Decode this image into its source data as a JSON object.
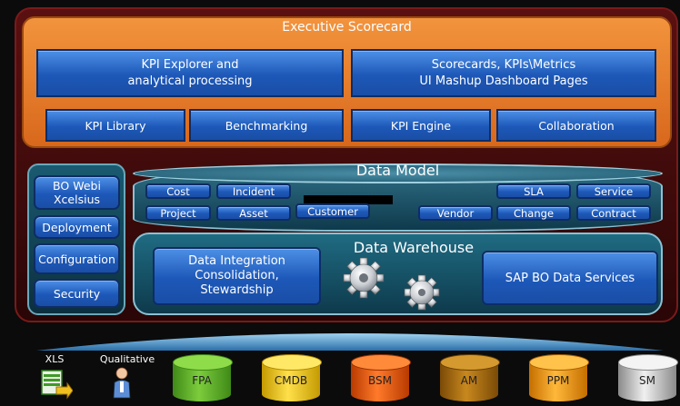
{
  "scorecard": {
    "title": "Executive Scorecard",
    "top_left": "KPI Explorer and\nanalytical processing",
    "top_right": "Scorecards, KPIs\\Metrics\nUI Mashup Dashboard Pages",
    "row2": [
      "KPI Library",
      "Benchmarking",
      "KPI Engine",
      "Collaboration"
    ]
  },
  "left_column": [
    "BO Webi\nXcelsius",
    "Deployment",
    "Configuration",
    "Security"
  ],
  "data_model": {
    "title": "Data Model",
    "chips": [
      "Cost",
      "Incident",
      "SLA",
      "Service",
      "Project",
      "Asset",
      "Customer",
      "Vendor",
      "Change",
      "Contract"
    ]
  },
  "data_warehouse": {
    "title": "Data Warehouse",
    "left_box": "Data Integration\nConsolidation,\nStewardship",
    "right_box": "SAP BO Data Services"
  },
  "sources": {
    "files": [
      {
        "label": "XLS",
        "icon": "excel-export-icon"
      },
      {
        "label": "Qualitative",
        "icon": "person-icon"
      }
    ],
    "databases": [
      {
        "label": "FPA",
        "color": "#5faa2a"
      },
      {
        "label": "CMDB",
        "color": "#f2c20a"
      },
      {
        "label": "BSM",
        "color": "#e85a10"
      },
      {
        "label": "AM",
        "color": "#a86a10"
      },
      {
        "label": "PPM",
        "color": "#f59a18"
      },
      {
        "label": "SM",
        "color": "#c8c8c8"
      }
    ]
  }
}
